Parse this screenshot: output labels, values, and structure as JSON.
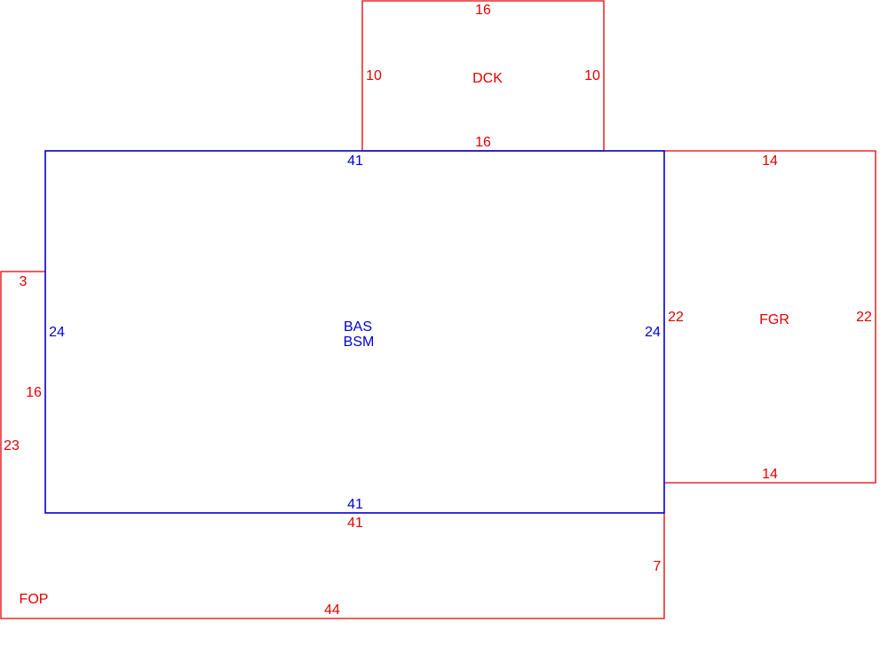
{
  "colors": {
    "outline_red": "#e00000",
    "outline_blue": "#0000d0",
    "background": "#ffffff"
  },
  "areas": {
    "dck": {
      "code": "DCK",
      "color": "#e00000",
      "dims": {
        "top": "16",
        "left": "10",
        "right": "10",
        "bottom": "16"
      }
    },
    "bas": {
      "code": "BAS",
      "subcode": "BSM",
      "color": "#0000d0",
      "dims": {
        "top": "41",
        "left": "24",
        "right": "24",
        "bottom": "41"
      }
    },
    "fgr": {
      "code": "FGR",
      "color": "#e00000",
      "dims": {
        "top": "14",
        "left": "22",
        "right": "22",
        "bottom": "14"
      }
    },
    "fop": {
      "code": "FOP",
      "color": "#e00000",
      "dims": {
        "top_stub": "3",
        "left_inner": "16",
        "left_outer": "23",
        "top_main": "41",
        "right": "7",
        "bottom": "44"
      }
    }
  }
}
